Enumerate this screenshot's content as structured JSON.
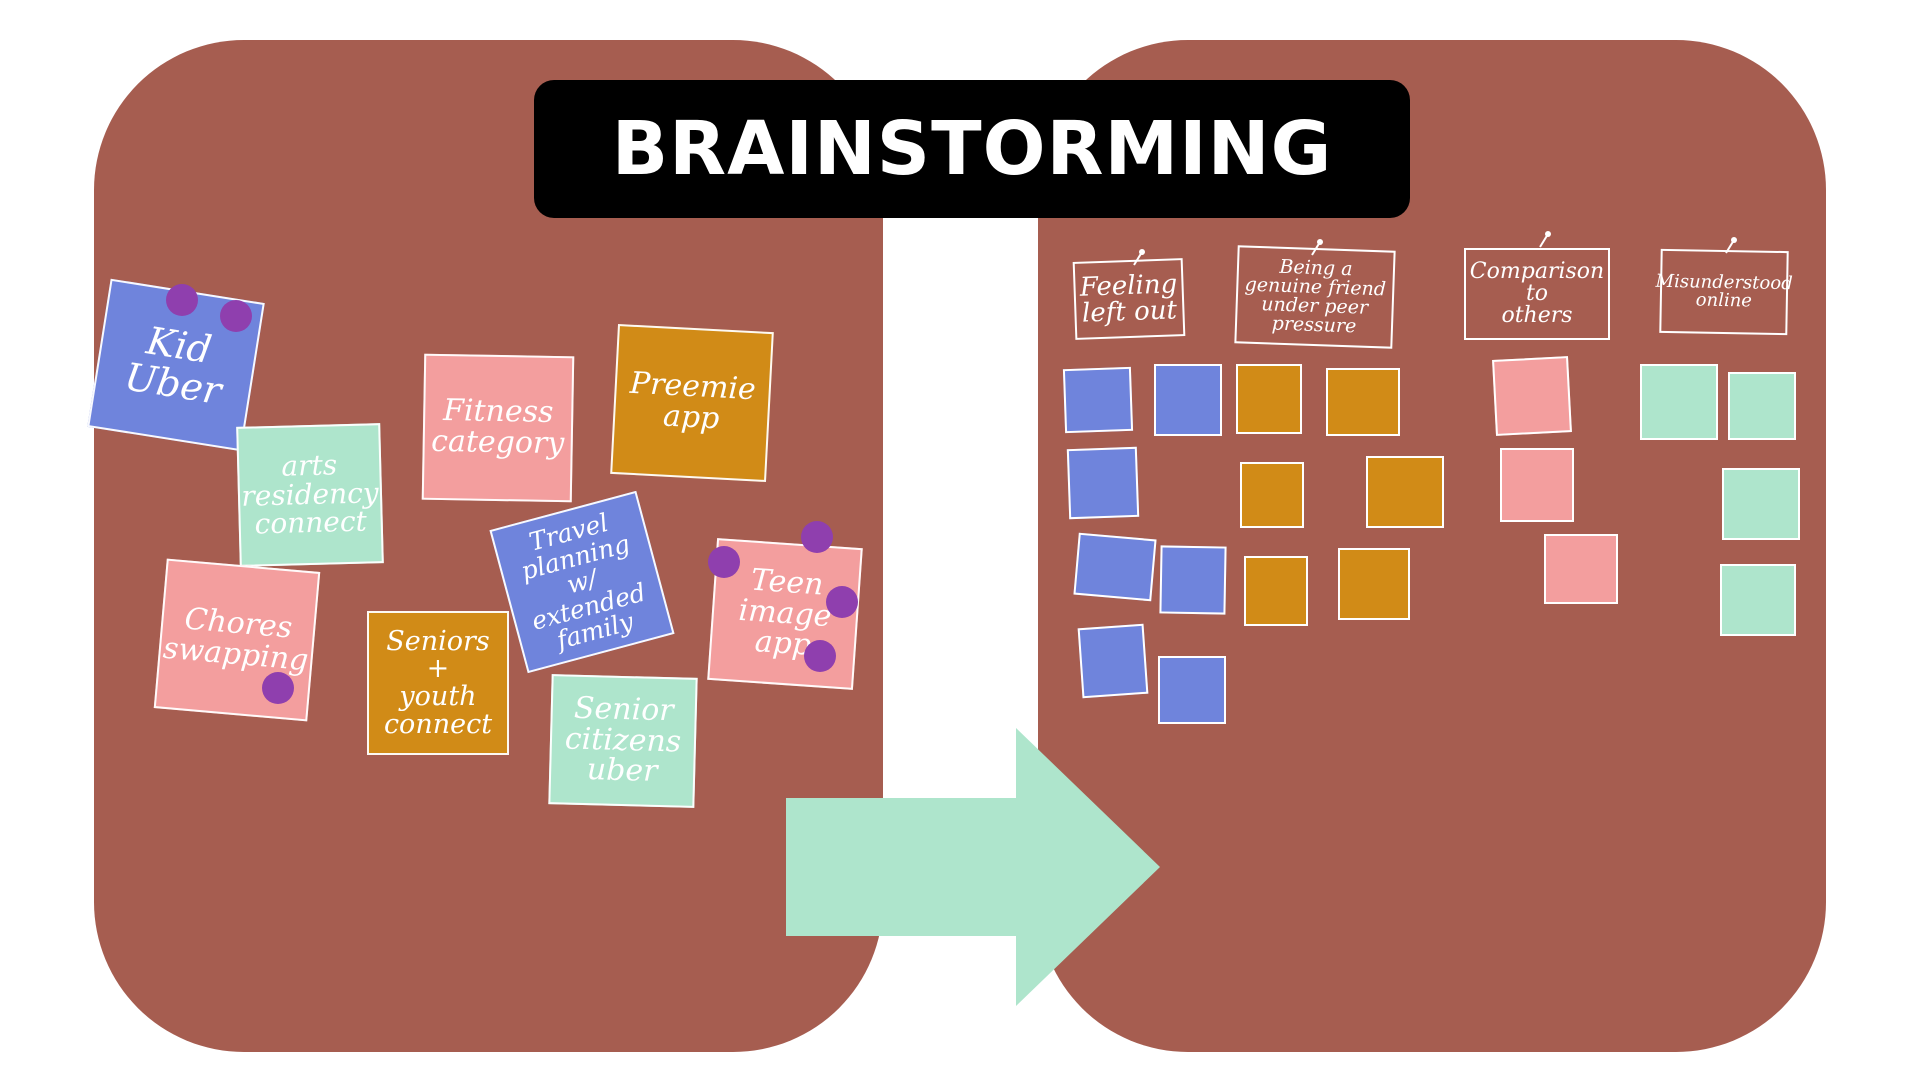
{
  "title": "BRAINSTORMING",
  "colors": {
    "board": "#a65d50",
    "title_bg": "#000000",
    "title_text": "#ffffff",
    "arrow": "#aee5cc",
    "blue": "#6f84dc",
    "mint": "#aee5cc",
    "pink": "#f39e9e",
    "gold": "#d18b17",
    "pin": "#8f3fae"
  },
  "ideas": [
    {
      "text": "Kid\nUber"
    },
    {
      "text": "arts\nresidency\nconnect"
    },
    {
      "text": "Fitness\ncategory"
    },
    {
      "text": "Preemie\napp"
    },
    {
      "text": "Chores\nswapping"
    },
    {
      "text": "Travel\nplanning\nw/\nextended\nfamily"
    },
    {
      "text": "Teen\nimage\napp"
    },
    {
      "text": "Seniors\n+\nyouth\nconnect"
    },
    {
      "text": "Senior\ncitizens\nuber"
    }
  ],
  "categories": [
    {
      "text": "Feeling\nleft out"
    },
    {
      "text": "Being a\ngenuine friend\nunder peer\npressure"
    },
    {
      "text": "Comparison\nto\nothers"
    },
    {
      "text": "Misunderstood\nonline"
    }
  ]
}
